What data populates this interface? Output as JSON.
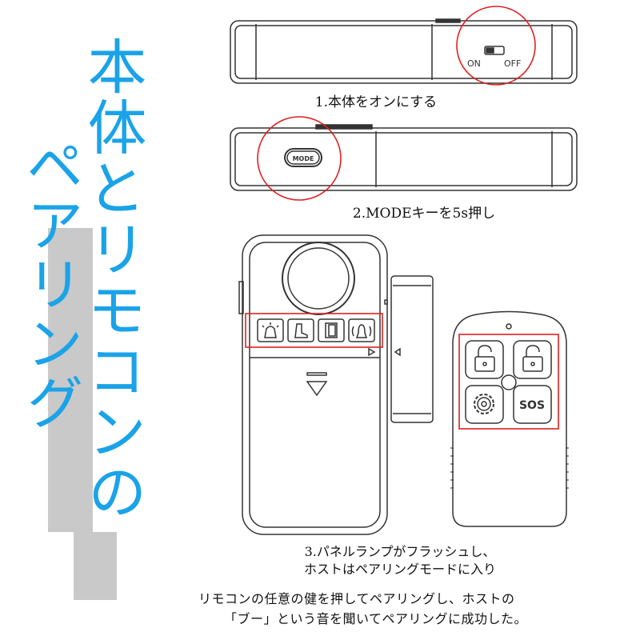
{
  "title": {
    "column1": "本体とリモコンの",
    "column2": "ペアリング"
  },
  "steps": [
    {
      "label": "1.本体をオンにする"
    },
    {
      "label": "2.MODEキーを5s押し"
    },
    {
      "label": "3.パネルランプがフラッシュし、",
      "label2": "ホストはペアリングモードに入り"
    }
  ],
  "switch": {
    "on": "ON",
    "off": "OFF"
  },
  "mode_button": "MODE",
  "remote": {
    "sos": "SOS"
  },
  "footer": {
    "line1": "リモコンの任意の健を押してペアリングし、ホストの",
    "line2": "「ブー」という音を聞いてペアリングに成功した。"
  },
  "colors": {
    "accent": "#1aa3e8",
    "highlight": "#e02020",
    "bar": "#c9c9c9"
  }
}
